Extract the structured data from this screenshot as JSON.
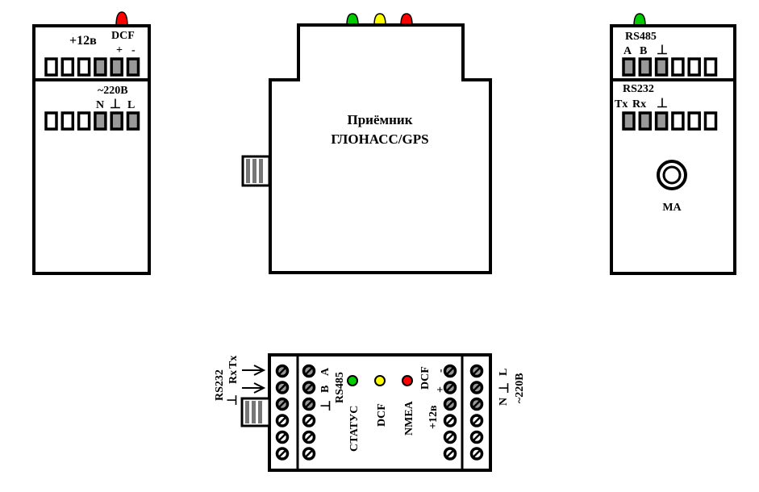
{
  "left_panel": {
    "top_labels": {
      "power": "+12в",
      "dcf": "DCF",
      "plus": "+",
      "minus": "-"
    },
    "bottom_labels": {
      "mains": "~220В",
      "n": "N",
      "ground": "⊥",
      "l": "L"
    },
    "led_color": "#ff0000"
  },
  "center_device": {
    "title_line1": "Приёмник",
    "title_line2": "ГЛОНАСС/GPS",
    "leds": [
      "#00cc00",
      "#ffff00",
      "#ff0000"
    ]
  },
  "right_panel": {
    "rs485": {
      "title": "RS485",
      "a": "A",
      "b": "B",
      "ground": "⊥"
    },
    "rs232": {
      "title": "RS232",
      "tx": "Tx",
      "rx": "Rx",
      "ground": "⊥"
    },
    "antenna_label": "MA",
    "led_color": "#00cc00"
  },
  "bottom_view": {
    "rs232_labels": {
      "title": "RS232",
      "rx": "Rx",
      "tx": "Tx",
      "ground": "⊥"
    },
    "rs485_labels": {
      "title": "RS485",
      "a": "A",
      "b": "B",
      "ground": "⊥"
    },
    "indicators": [
      {
        "label": "СТАТУС",
        "color": "#00cc00"
      },
      {
        "label": "DCF",
        "color": "#ffff00"
      },
      {
        "label": "NMEA",
        "color": "#ff0000"
      }
    ],
    "dcf_labels": {
      "title": "DCF",
      "plus": "+",
      "minus": "-",
      "power": "+12в"
    },
    "mains_labels": {
      "n": "N",
      "ground": "⊥",
      "l": "L",
      "mains": "~220В"
    }
  },
  "colors": {
    "terminal_gray": "#999999",
    "stroke": "#000000"
  }
}
